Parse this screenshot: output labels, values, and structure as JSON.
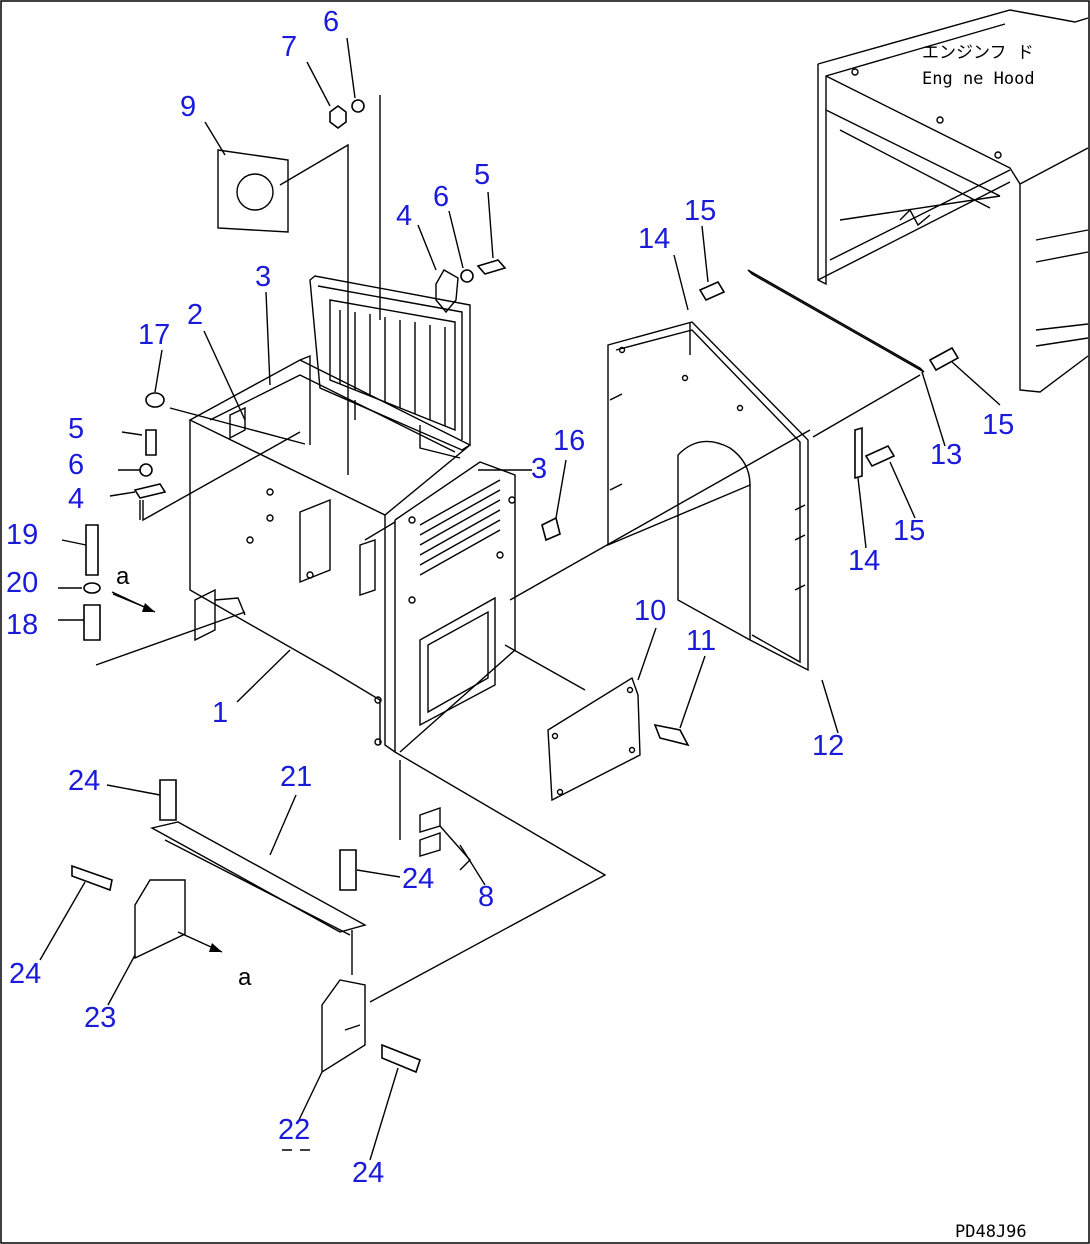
{
  "header": {
    "jp_label": "エンジンフ ド",
    "en_label": "Eng ne Hood"
  },
  "callouts": [
    {
      "n": "6"
    },
    {
      "n": "7"
    },
    {
      "n": "9"
    },
    {
      "n": "4"
    },
    {
      "n": "6"
    },
    {
      "n": "5"
    },
    {
      "n": "15"
    },
    {
      "n": "14"
    },
    {
      "n": "3"
    },
    {
      "n": "2"
    },
    {
      "n": "17"
    },
    {
      "n": "5"
    },
    {
      "n": "6"
    },
    {
      "n": "4"
    },
    {
      "n": "16"
    },
    {
      "n": "3"
    },
    {
      "n": "15"
    },
    {
      "n": "13"
    },
    {
      "n": "14"
    },
    {
      "n": "15"
    },
    {
      "n": "19"
    },
    {
      "n": "20"
    },
    {
      "n": "18"
    },
    {
      "n": "10"
    },
    {
      "n": "11"
    },
    {
      "n": "1"
    },
    {
      "n": "12"
    },
    {
      "n": "24"
    },
    {
      "n": "21"
    },
    {
      "n": "24"
    },
    {
      "n": "8"
    },
    {
      "n": "24"
    },
    {
      "n": "23"
    },
    {
      "n": "22"
    },
    {
      "n": "24"
    }
  ],
  "view_markers": [
    {
      "label": "a"
    },
    {
      "label": "a"
    }
  ],
  "footer": {
    "drawing_code": "PD48J96"
  }
}
